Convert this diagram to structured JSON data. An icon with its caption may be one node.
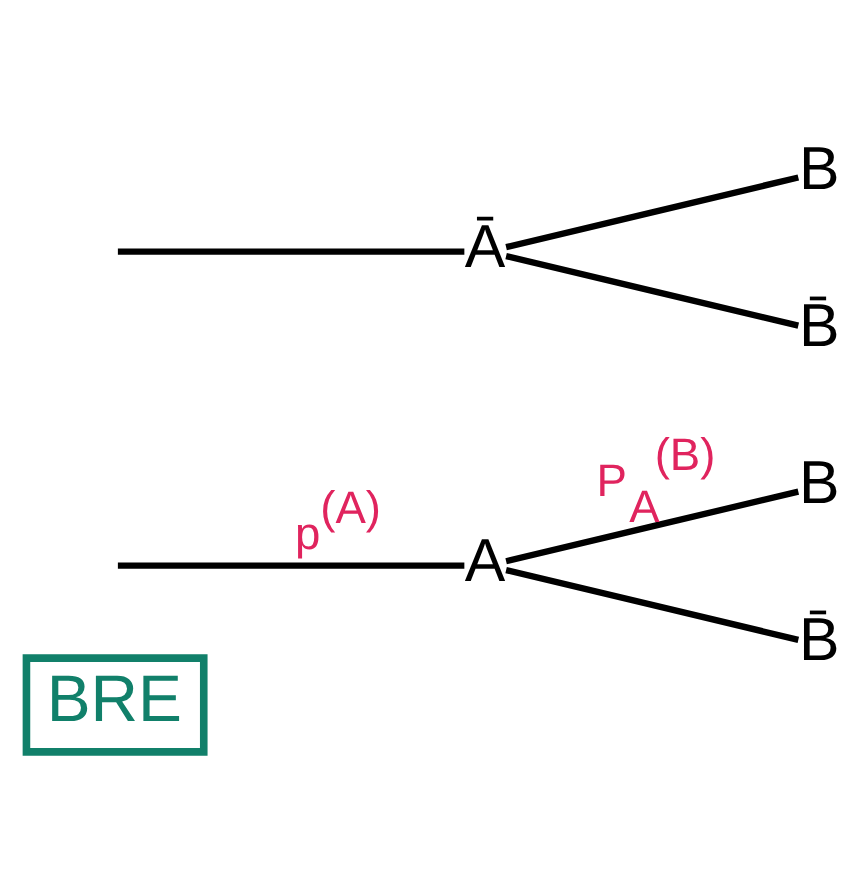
{
  "diagram": {
    "nodes": [
      {
        "text": [
          "BRE"
        ]
      },
      {
        "text": [
          "A"
        ]
      },
      {
        "text": [
          "Ā"
        ]
      },
      {
        "text": [
          "B"
        ]
      },
      {
        "text": [
          "B̄"
        ]
      },
      {
        "text": [
          "B"
        ]
      },
      {
        "text": [
          "B̄"
        ]
      }
    ],
    "edges": [
      {
        "from": null,
        "to": 1,
        "arrow": "none",
        "label": "p$^{(A)}$"
      },
      {
        "from": null,
        "to": 2,
        "arrow": "none"
      },
      {
        "from": 1,
        "to": 3,
        "arrow": "none",
        "label": "P$_{A}$$^{(B)}$"
      },
      {
        "from": 1,
        "to": 4,
        "arrow": "none"
      },
      {
        "from": 2,
        "to": 5,
        "arrow": "none"
      },
      {
        "from": 2,
        "to": 6,
        "arrow": "none"
      }
    ]
  }
}
